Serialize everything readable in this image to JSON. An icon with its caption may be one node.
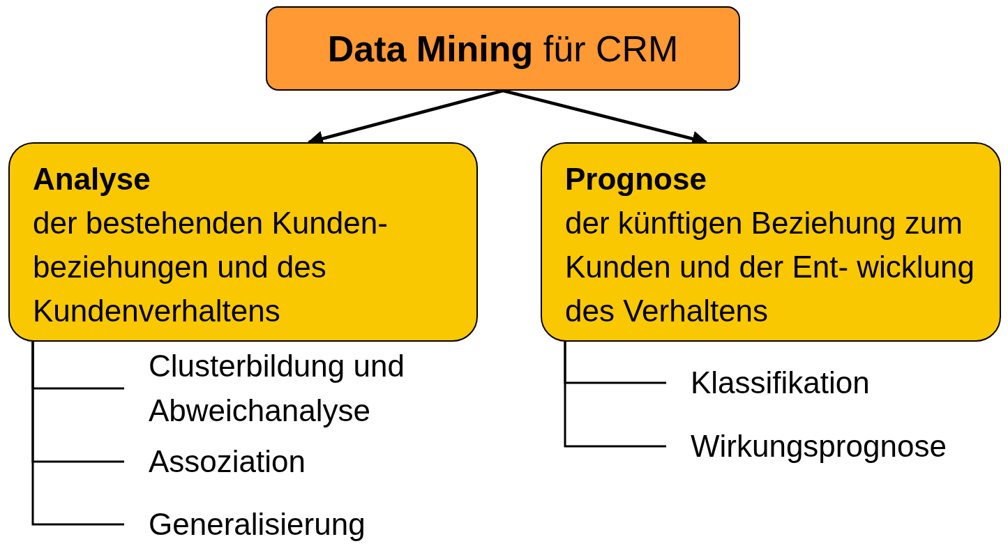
{
  "diagram": {
    "nodes": [
      {
        "text": [
          "**Data Mining** für CRM"
        ]
      },
      {
        "text": [
          "Analyse",
          "der bestehenden Kunden- beziehungen und des Kundenverhaltens"
        ]
      },
      {
        "text": [
          "Prognose",
          "der künftigen Beziehung zum Kunden und der Ent- wicklung des Verhaltens"
        ]
      },
      {
        "text": [
          "Clusterbildung und Abweichanalyse"
        ]
      },
      {
        "text": [
          "Assoziation"
        ]
      },
      {
        "text": [
          "Generalisierung"
        ]
      },
      {
        "text": [
          "Klassifikation"
        ]
      },
      {
        "text": [
          "Wirkungsprognose"
        ]
      }
    ],
    "edges": [
      {
        "from": 0,
        "to": 1,
        "arrow": "to"
      },
      {
        "from": 0,
        "to": 2,
        "arrow": "to"
      },
      {
        "from": 1,
        "to": 3,
        "arrow": "none"
      },
      {
        "from": 1,
        "to": 4,
        "arrow": "none"
      },
      {
        "from": 1,
        "to": 5,
        "arrow": "none"
      },
      {
        "from": 2,
        "to": 6,
        "arrow": "none"
      },
      {
        "from": 2,
        "to": 7,
        "arrow": "none"
      }
    ]
  }
}
